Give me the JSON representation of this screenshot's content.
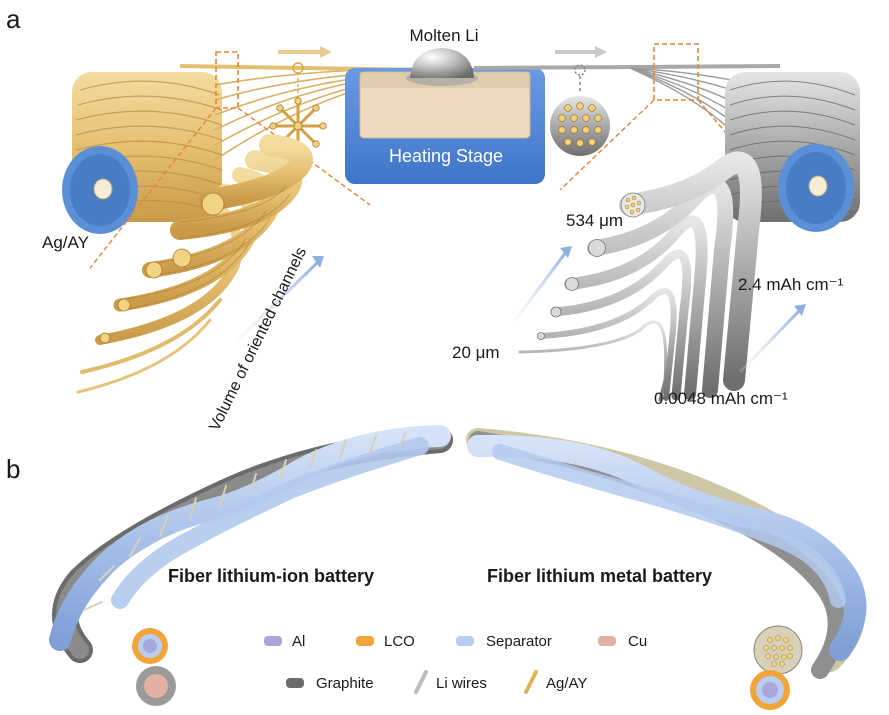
{
  "panel_a": {
    "letter": "a",
    "molten_li": "Molten Li",
    "heating_stage": "Heating Stage",
    "ag_ay": "Ag/AY",
    "volume_label": "Volume of oriented channels",
    "diam_max": "534 μm",
    "diam_min": "20 μm",
    "cap_max": "2.4 mAh cm⁻¹",
    "cap_min": "0.0048 mAh cm⁻¹"
  },
  "panel_b": {
    "letter": "b",
    "lib_title": "Fiber lithium-ion battery",
    "lmb_title": "Fiber lithium metal battery"
  },
  "legend": {
    "items": [
      {
        "label": "Al",
        "color": "#a9a6dd"
      },
      {
        "label": "LCO",
        "color": "#f0a43a"
      },
      {
        "label": "Separator",
        "color": "#b9cdee"
      },
      {
        "label": "Cu",
        "color": "#e3b0a4"
      },
      {
        "label": "Graphite",
        "color": "#6b6b6b"
      },
      {
        "label": "Li wires",
        "color": "#bdbdbd"
      },
      {
        "label": "Ag/AY",
        "color": "#e2b45a"
      }
    ]
  },
  "colors": {
    "yarn": "#e8c57a",
    "yarn_dark": "#c79a45",
    "spool_end": "#5b8fd6",
    "stage_blue": "#4f86d8",
    "stage_top": "#ecd9bf",
    "li_metal": "#b8b8b8",
    "separator": "#b3c9ee",
    "guide_dash": "#e8823a"
  }
}
